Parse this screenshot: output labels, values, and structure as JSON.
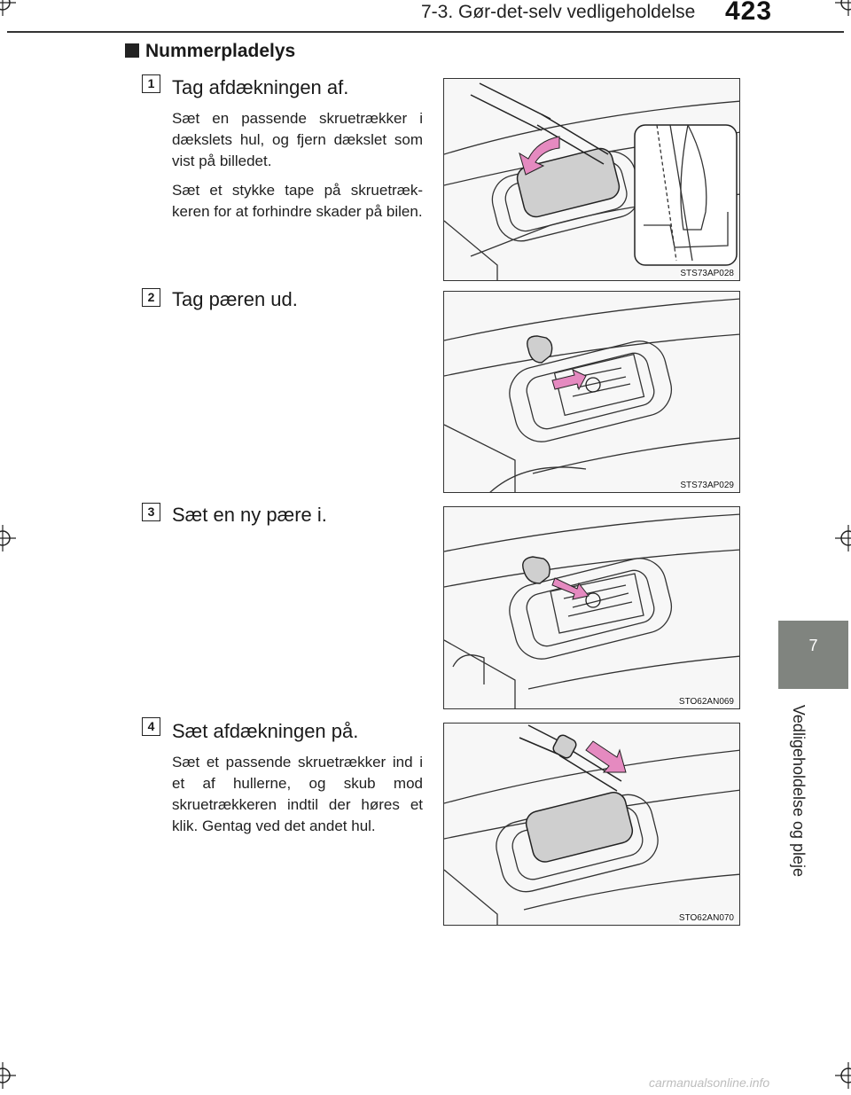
{
  "header": {
    "title": "7-3. Gør-det-selv vedligeholdelse",
    "page_number": "423"
  },
  "side_tab": {
    "number": "7",
    "label": "Vedligeholdelse og pleje"
  },
  "section": {
    "heading": "Nummerpladelys"
  },
  "steps": [
    {
      "number": "1",
      "title": "Tag afdækningen af.",
      "paragraphs": [
        "Sæt en passende skruetrækker i dækslets hul, og fjern dækslet som vist på billedet.",
        "Sæt et stykke tape på skruetræk-keren for at forhindre skader på bilen."
      ],
      "figure_code": "STS73AP028"
    },
    {
      "number": "2",
      "title": "Tag pæren ud.",
      "paragraphs": [],
      "figure_code": "STS73AP029"
    },
    {
      "number": "3",
      "title": "Sæt en ny pære i.",
      "paragraphs": [],
      "figure_code": "STO62AN069"
    },
    {
      "number": "4",
      "title": "Sæt afdækningen på.",
      "paragraphs": [
        "Sæt et passende skruetrækker ind i et af hullerne, og skub mod skruetrækkeren indtil der høres et klik. Gentag ved det andet hul."
      ],
      "figure_code": "STO62AN070"
    }
  ],
  "footer": {
    "watermark": "carmanualsonline.info"
  },
  "colors": {
    "side_tab": "#80847f",
    "arrow": "#e58ac0",
    "line": "#333333"
  },
  "icons": [
    "crop-mark-icon",
    "section-square-icon",
    "arrow-icon",
    "screwdriver-icon",
    "bulb-icon",
    "cover-icon"
  ]
}
